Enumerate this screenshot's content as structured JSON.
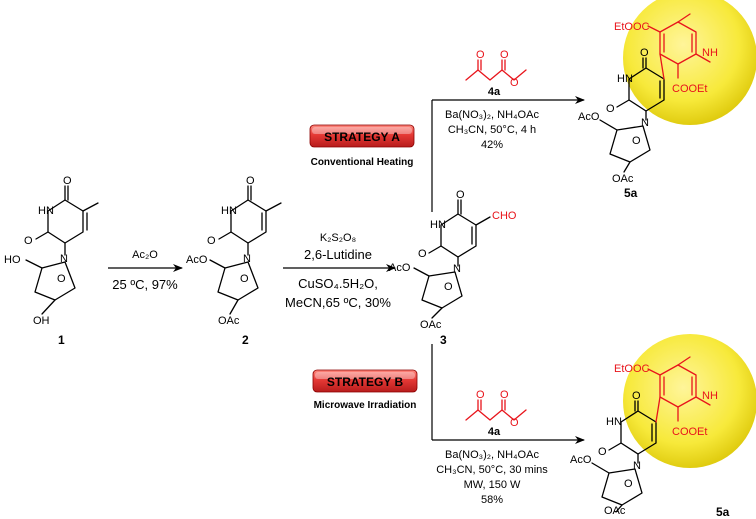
{
  "colors": {
    "highlight_circle": "#f7e93a",
    "badge_red": "#e53935",
    "red_text": "#e8141b"
  },
  "compounds": {
    "c1": {
      "number": "1",
      "atoms": {
        "o_top": "O",
        "nh": "HN",
        "o_left": "O",
        "n": "N",
        "ho": "HO",
        "o_ring": "O",
        "oh": "OH"
      }
    },
    "c2": {
      "number": "2",
      "atoms": {
        "o_top": "O",
        "nh": "HN",
        "o_left": "O",
        "n": "N",
        "aco": "AcO",
        "o_ring": "O",
        "oac": "OAc"
      }
    },
    "c3": {
      "number": "3",
      "atoms": {
        "o_top": "O",
        "nh": "HN",
        "o_left": "O",
        "n": "N",
        "cho": "CHO",
        "aco": "AcO",
        "o_ring": "O",
        "oac": "OAc"
      }
    },
    "c5a_top": {
      "number": "5a",
      "atoms": {
        "etooc": "EtOOC",
        "nh_red": "NH",
        "cooet": "COOEt",
        "o_top": "O",
        "hn": "HN",
        "o_left": "O",
        "n": "N",
        "aco": "AcO",
        "o_ring": "O",
        "oac": "OAc"
      }
    },
    "c5a_bot": {
      "number": "5a",
      "atoms": {
        "etooc": "EtOOC",
        "nh_red": "NH",
        "cooet": "COOEt",
        "o_top": "O",
        "hn": "HN",
        "o_left": "O",
        "n": "N",
        "aco": "AcO",
        "o_ring": "O",
        "oac": "OAc"
      }
    }
  },
  "step1": {
    "above": "Ac₂O",
    "below": "25 ºC, 97%"
  },
  "step2": {
    "line1": "K₂S₂O₈",
    "line2": "2,6-Lutidine",
    "line3": "CuSO₄.5H₂O,",
    "line4": "MeCN,65 ºC, 30%"
  },
  "strategy_a": {
    "badge": "STRATEGY A",
    "subtitle": "Conventional Heating",
    "reagent_label": "4a",
    "ester_o1": "O",
    "ester_o2": "O",
    "ester_o3": "O",
    "conditions": [
      "Ba(NO₃)₂, NH₄OAc",
      "CH₃CN, 50°C, 4 h",
      "42%"
    ]
  },
  "strategy_b": {
    "badge": "STRATEGY B",
    "subtitle": "Microwave Irradiation",
    "reagent_label": "4a",
    "ester_o1": "O",
    "ester_o2": "O",
    "ester_o3": "O",
    "conditions": [
      "Ba(NO₃)₂, NH₄OAc",
      "CH₃CN, 50°C, 30 mins",
      "MW, 150 W",
      "58%"
    ]
  }
}
